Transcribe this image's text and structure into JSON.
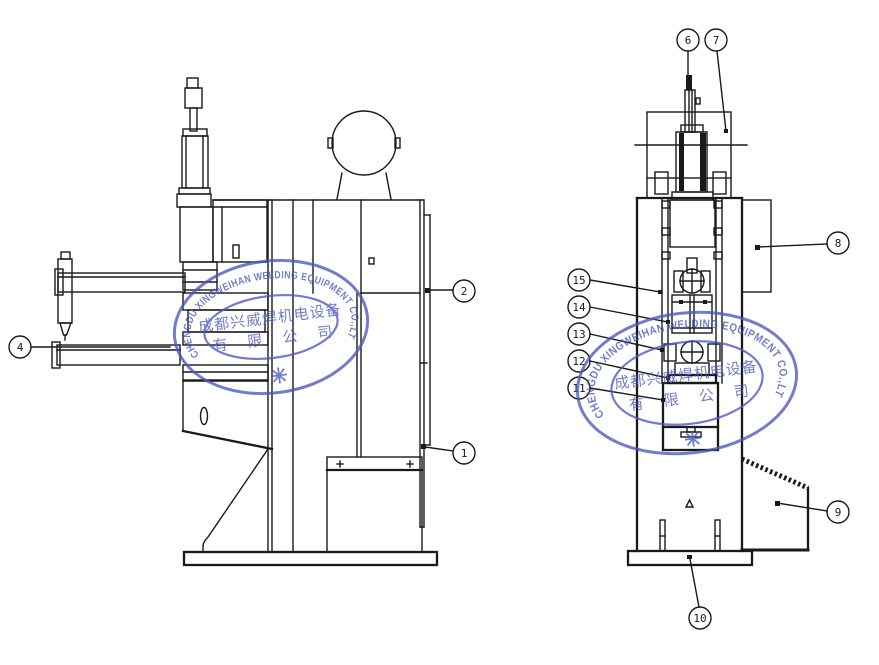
{
  "colors": {
    "line-color": "#1a1a1a",
    "stamp-ink": "#4a59bd",
    "background": "#ffffff"
  },
  "stamp": {
    "ring_text": "CHENGDU XINGWEIHAN WELDING EQUIPMENT CO.,LTD.",
    "company_line1": "成都兴威焊机电设备",
    "company_line2": "有 限 公 司",
    "star_symbol": "asterisk-star"
  },
  "views": {
    "left": {
      "name": "side view of spot welding machine",
      "callouts": [
        {
          "label": "4"
        },
        {
          "label": "2"
        },
        {
          "label": "1"
        }
      ]
    },
    "right": {
      "name": "front view of spot welding machine",
      "callouts": [
        {
          "label": "6"
        },
        {
          "label": "7"
        },
        {
          "label": "8"
        },
        {
          "label": "15"
        },
        {
          "label": "14"
        },
        {
          "label": "13"
        },
        {
          "label": "12"
        },
        {
          "label": "11"
        },
        {
          "label": "9"
        },
        {
          "label": "10"
        }
      ]
    }
  }
}
